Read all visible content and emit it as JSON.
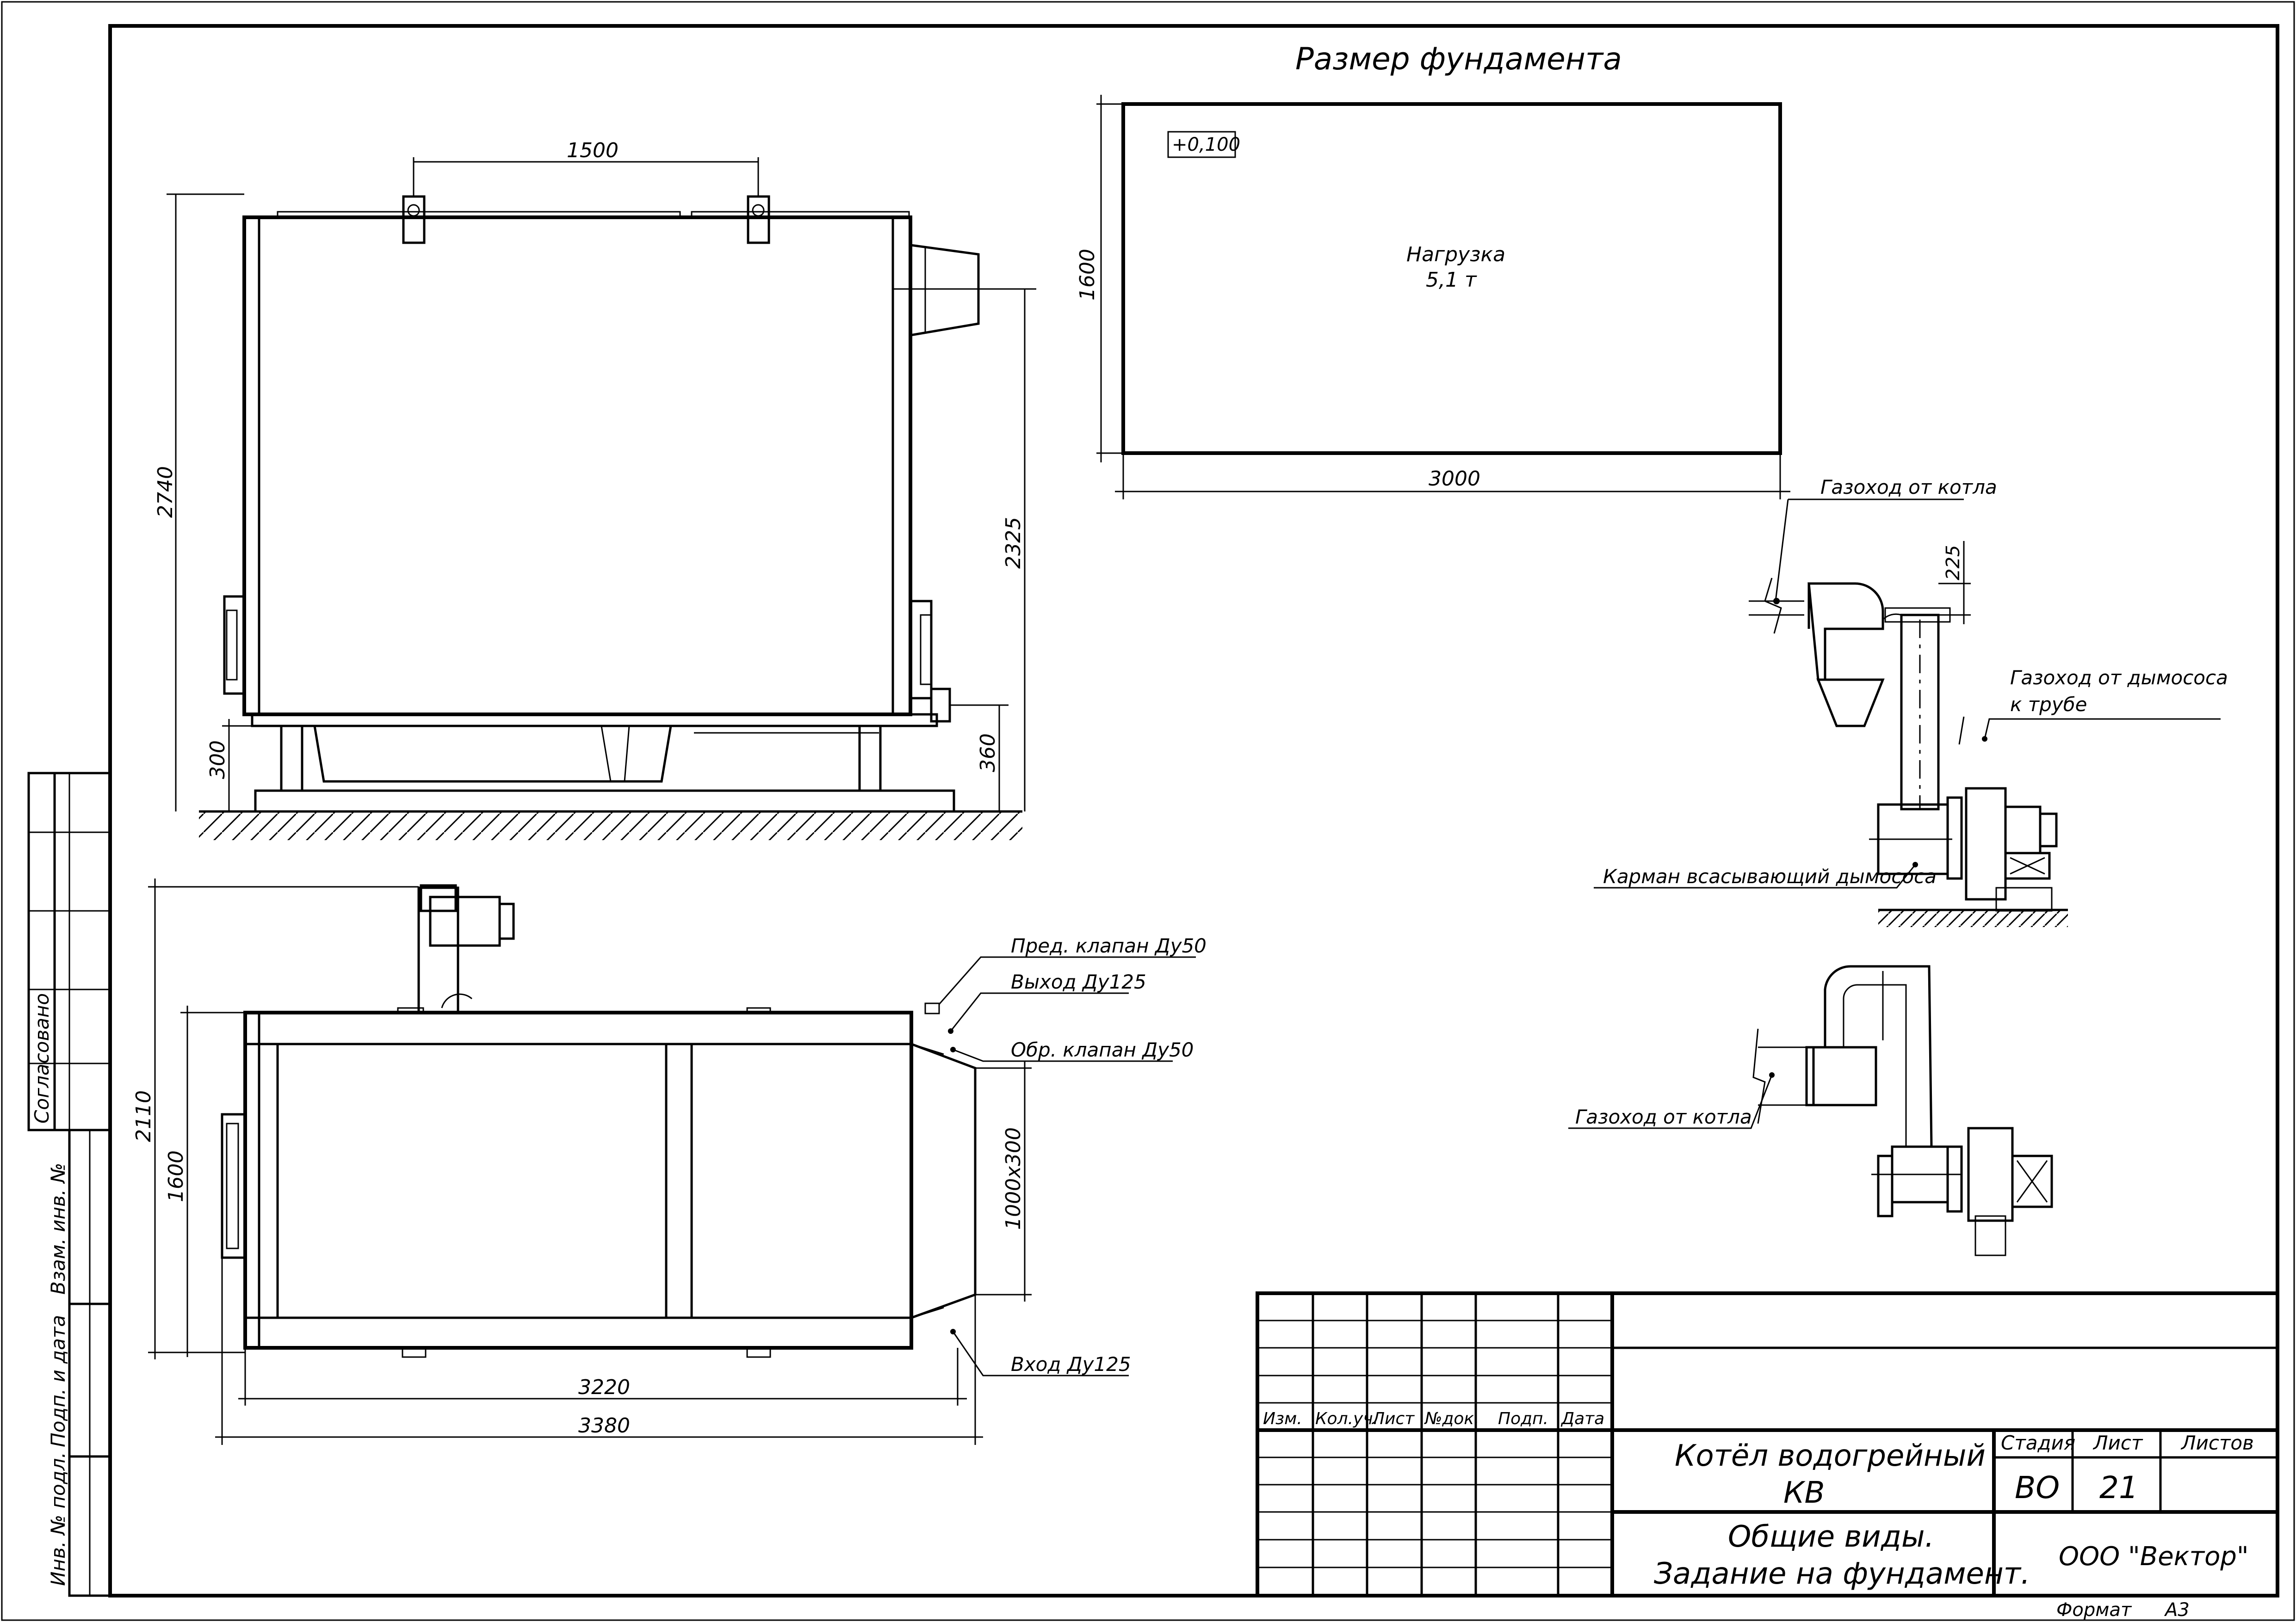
{
  "foundation": {
    "title": "Размер фундамента",
    "level_mark": "+0,100",
    "load_label": "Нагрузка",
    "load_value": "5,1 т",
    "dim_width": "3000",
    "dim_height": "1600"
  },
  "front_view": {
    "dim_lugs": "1500",
    "dim_total_height": "2740",
    "dim_flue_height": "2325",
    "dim_base_height": "300",
    "dim_outlet_height": "360"
  },
  "top_view": {
    "dim_total_width": "2110",
    "dim_body_width": "1600",
    "dim_outlet_size": "1000x300",
    "dim_body_length": "3220",
    "dim_total_length": "3380",
    "label_safety_valve": "Пред. клапан Ду50",
    "label_outlet": "Выход Ду125",
    "label_check_valve": "Обр. клапан Ду50",
    "label_inlet": "Вход Ду125"
  },
  "flue_side": {
    "label_from_boiler": "Газоход от котла",
    "dim_225": "225",
    "label_from_exhauster_line1": "Газоход от дымососа",
    "label_from_exhauster_line2": "к трубе",
    "label_suction_pocket": "Карман всасывающий дымососа"
  },
  "flue_top": {
    "label_from_boiler": "Газоход от котла"
  },
  "left_strip": {
    "agreed": "Согласовано",
    "replace_inv": "Взам. инв. №",
    "sign_date": "Подп. и дата",
    "inv_orig": "Инв. № подл."
  },
  "title_block": {
    "col_headers": [
      "Изм.",
      "Кол.уч.",
      "Лист",
      "№док.",
      "Подп.",
      "Дата"
    ],
    "name_line1": "Котёл водогрейный",
    "name_line2": "КВ",
    "desc_line1": "Общие виды.",
    "desc_line2": "Задание на фундамент.",
    "stage_header": "Стадия",
    "sheet_header": "Лист",
    "sheets_header": "Листов",
    "stage_value": "ВО",
    "sheet_value": "21",
    "sheets_value": "",
    "company": "ООО \"Вектор\"",
    "format_label": "Формат",
    "format_value": "А3"
  }
}
